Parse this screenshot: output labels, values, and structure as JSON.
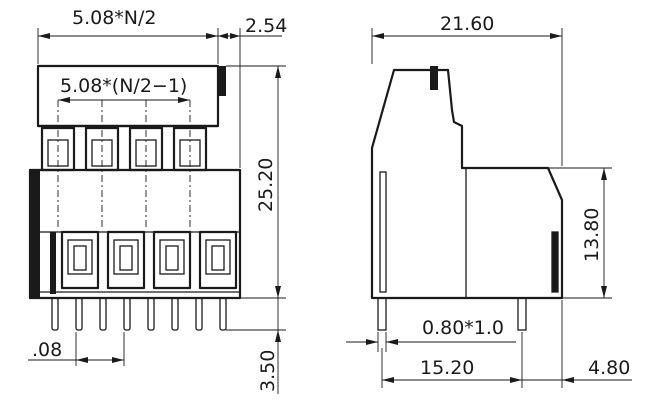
{
  "dimensions": {
    "pitch_total": "5.08*N/2",
    "pitch_offset": "2.54",
    "inner_pitch": "5.08*(N/2−1)",
    "height_total": "25.20",
    "pin_pitch": ".08",
    "pin_length": "3.50",
    "depth_total": "21.60",
    "lower_height": "13.80",
    "pin_size": "0.80*1.0",
    "pin_spacing": "15.20",
    "rear_offset": "4.80"
  }
}
